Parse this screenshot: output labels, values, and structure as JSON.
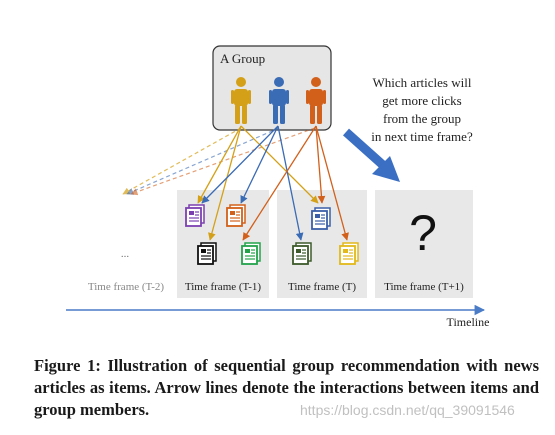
{
  "group": {
    "label": "A Group"
  },
  "question": {
    "lines": [
      "Which articles will",
      "get more clicks",
      "from the group",
      "in next time frame?"
    ]
  },
  "ellipsis": "...",
  "frames": [
    {
      "label": "Time frame (T-2)"
    },
    {
      "label": "Time frame (T-1)"
    },
    {
      "label": "Time frame (T)"
    },
    {
      "label": "Time frame (T+1)"
    }
  ],
  "question_mark": "?",
  "timeline": {
    "label": "Timeline"
  },
  "caption": "Figure 1: Illustration of sequential group recommendation with news articles as items. Arrow lines denote the interactions between items and group members.",
  "watermark": "https://blog.csdn.net/qq_39091546",
  "colors": {
    "member1": "#D4A017",
    "member2": "#3A6BB5",
    "member3": "#D2601A",
    "group_box": "#E6E6E6",
    "frame_box": "#E8E8E8",
    "timeline": "#4A7CC7",
    "big_arrow": "#3A6FC4"
  },
  "icons": {
    "members": [
      "person-icon",
      "person-icon",
      "person-icon"
    ],
    "articles_t_minus_1": [
      "newspaper-icon-purple",
      "newspaper-icon-orange",
      "newspaper-icon-black",
      "newspaper-icon-green"
    ],
    "articles_t": [
      "newspaper-icon-blue",
      "newspaper-icon-darkgreen",
      "newspaper-icon-yellow"
    ]
  }
}
